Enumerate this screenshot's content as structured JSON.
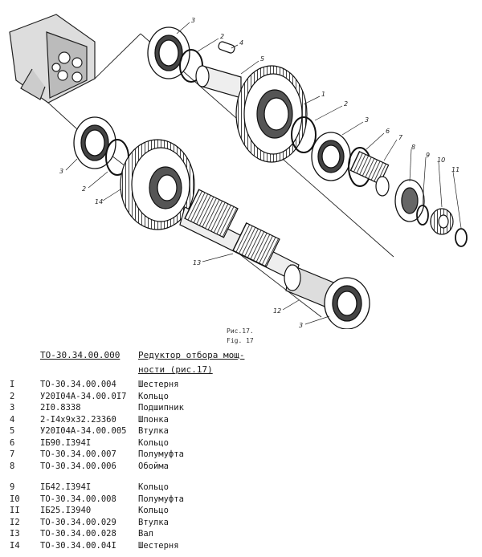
{
  "figure": {
    "callouts": [
      "1",
      "2",
      "3",
      "4",
      "5",
      "6",
      "7",
      "8",
      "9",
      "10",
      "11",
      "12",
      "13",
      "14"
    ],
    "caption_ru": "Рис.17.",
    "caption_en": "Fig. 17"
  },
  "parts_header": {
    "assembly_code": "ТО-30.34.00.000",
    "title_line1": "Редуктор отбора мощ-",
    "title_line2": "ности (рис.17)"
  },
  "parts": [
    {
      "num": "I",
      "code": "ТО-30.34.00.004",
      "name": "Шестерня"
    },
    {
      "num": "2",
      "code": "У20I04А-34.00.0I7",
      "name": "Кольцо"
    },
    {
      "num": "3",
      "code": "2I0.8338",
      "name": "Подшипник"
    },
    {
      "num": "4",
      "code": "2-I4х9х32.23360",
      "name": "Шпонка"
    },
    {
      "num": "5",
      "code": "У20I04А-34.00.005",
      "name": "Втулка"
    },
    {
      "num": "6",
      "code": "IБ90.I394I",
      "name": "Кольцо"
    },
    {
      "num": "7",
      "code": "ТО-30.34.00.007",
      "name": "Полумуфта"
    },
    {
      "num": "8",
      "code": "ТО-30.34.00.006",
      "name": "Обойма"
    },
    {
      "num": "9",
      "code": "IБ42.I394I",
      "name": "Кольцо"
    },
    {
      "num": "I0",
      "code": "ТО-30.34.00.008",
      "name": "Полумуфта"
    },
    {
      "num": "II",
      "code": "IБ25.I3940",
      "name": "Кольцо"
    },
    {
      "num": "I2",
      "code": "ТО-30.34.00.029",
      "name": "Втулка"
    },
    {
      "num": "I3",
      "code": "ТО-30.34.00.028",
      "name": "Вал"
    },
    {
      "num": "I4",
      "code": "ТО-30.34.00.04I",
      "name": "Шестерня"
    }
  ]
}
